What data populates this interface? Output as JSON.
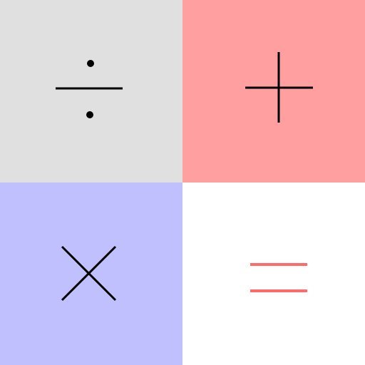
{
  "grid": {
    "tiles": [
      {
        "op": "divide",
        "icon": "divide-icon",
        "bg": "#e0e0e0",
        "fg": "#000000"
      },
      {
        "op": "add",
        "icon": "plus-icon",
        "bg": "#ff9f9f",
        "fg": "#000000"
      },
      {
        "op": "multiply",
        "icon": "multiply-icon",
        "bg": "#c0c0ff",
        "fg": "#000000"
      },
      {
        "op": "equals",
        "icon": "equals-icon",
        "bg": "#ffffff",
        "fg": "#ff6b6b"
      }
    ]
  }
}
